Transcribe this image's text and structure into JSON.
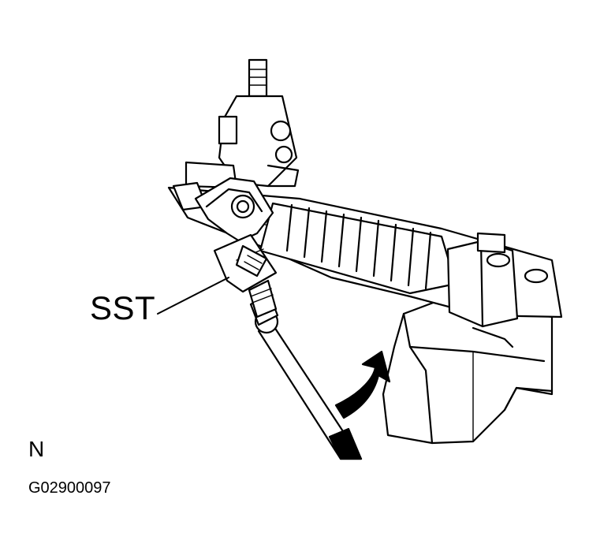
{
  "figure": {
    "sst_label": "SST",
    "orientation_mark": "N",
    "figure_code": "G02900097"
  }
}
